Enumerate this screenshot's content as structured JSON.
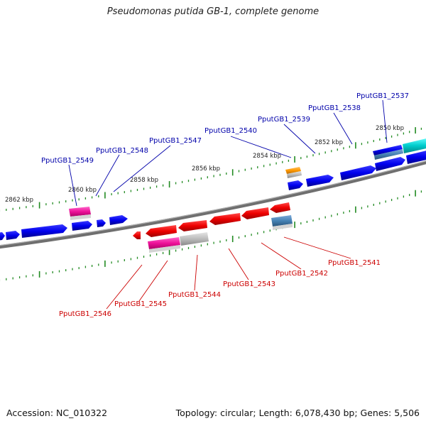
{
  "title": "Pseudomonas putida GB-1, complete genome",
  "footer": {
    "accession": "Accession: NC_010322",
    "summary": "Topology: circular; Length: 6,078,430 bp; Genes: 5,506"
  },
  "colors": {
    "forward_gene": "#0000ee",
    "reverse_gene": "#ee0000",
    "label_forward": "#0000aa",
    "label_reverse": "#cc0000",
    "backbone": "#808080",
    "tick": "#228b22",
    "cyan_feature": "#00cccc",
    "magenta_feature": "#ee1199",
    "steel_feature": "#4682b4",
    "orange_feature": "#ff9900",
    "grey_feature": "#bbbbbb"
  },
  "kbp_labels": [
    "2862 kbp",
    "2860 kbp",
    "2858 kbp",
    "2856 kbp",
    "2854 kbp",
    "2852 kbp",
    "2850 kbp"
  ],
  "forward_labels": [
    "PputGB1_2549",
    "PputGB1_2548",
    "PputGB1_2547",
    "PputGB1_2540",
    "PputGB1_2539",
    "PputGB1_2538",
    "PputGB1_2537"
  ],
  "reverse_labels": [
    "PputGB1_2546",
    "PputGB1_2545",
    "PputGB1_2544",
    "PputGB1_2543",
    "PputGB1_2542",
    "PputGB1_2541"
  ]
}
